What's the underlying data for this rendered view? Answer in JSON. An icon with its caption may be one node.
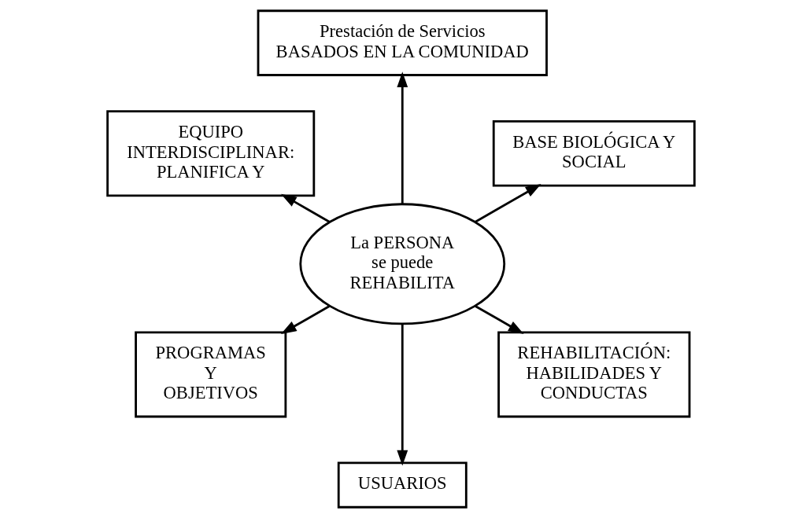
{
  "diagram": {
    "nodes": [
      {
        "text": [
          "La PERSONA se puede REHABILITA"
        ]
      },
      {
        "text": [
          "BASE BIOLÓGICA Y SOCIAL"
        ]
      },
      {
        "text": [
          "Prestación de Servicios BASADOS EN LA COMUNIDAD"
        ]
      },
      {
        "text": [
          "EQUIPO INTERDISCIPLINAR: PLANIFICA Y"
        ]
      },
      {
        "text": [
          "PROGRAMAS Y OBJETIVOS"
        ]
      },
      {
        "text": [
          "USUARIOS"
        ]
      },
      {
        "text": [
          "REHABILITACIÓN: HABILIDADES Y CONDUCTAS"
        ]
      }
    ],
    "edges": [
      {
        "from": 0,
        "to": 1,
        "arrow": "to"
      },
      {
        "from": 0,
        "to": 2,
        "arrow": "to"
      },
      {
        "from": 0,
        "to": 3,
        "arrow": "to"
      },
      {
        "from": 0,
        "to": 4,
        "arrow": "to"
      },
      {
        "from": 0,
        "to": 5,
        "arrow": "to"
      },
      {
        "from": 0,
        "to": 6,
        "arrow": "to"
      }
    ]
  }
}
